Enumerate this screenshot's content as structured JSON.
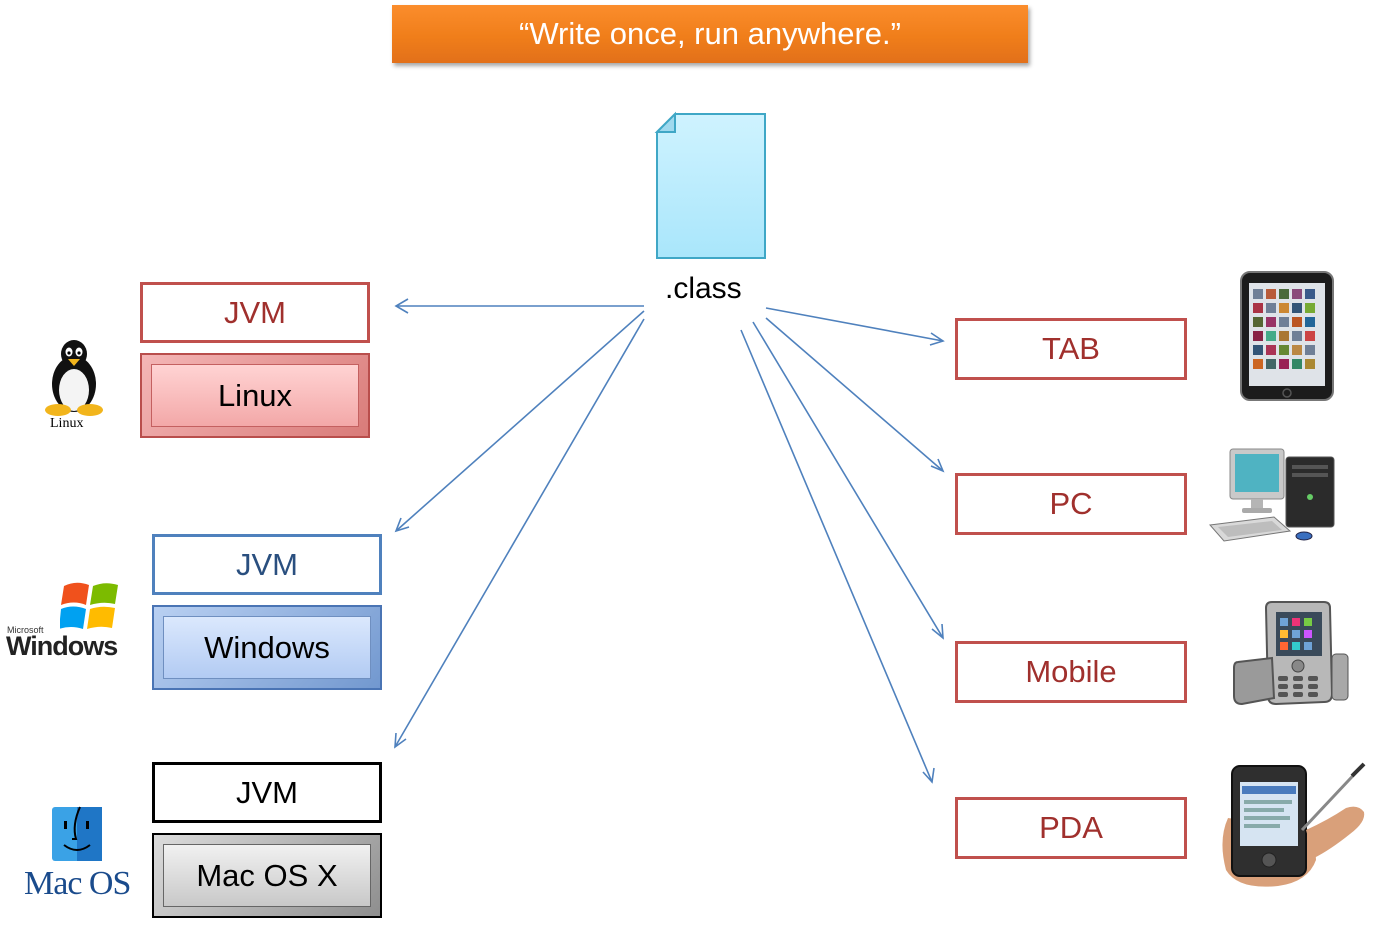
{
  "banner": {
    "text": "“Write once, run anywhere.”"
  },
  "file": {
    "label": ".class"
  },
  "platforms": [
    {
      "jvm_label": "JVM",
      "os_label": "Linux",
      "logo_caption": "Linux"
    },
    {
      "jvm_label": "JVM",
      "os_label": "Windows",
      "logo_caption": "Windows",
      "logo_small": "Microsoft"
    },
    {
      "jvm_label": "JVM",
      "os_label": "Mac OS X",
      "logo_caption": "Mac OS"
    }
  ],
  "devices": [
    {
      "label": "TAB",
      "icon": "tablet-icon"
    },
    {
      "label": "PC",
      "icon": "desktop-computer-icon"
    },
    {
      "label": "Mobile",
      "icon": "mobile-phone-icon"
    },
    {
      "label": "PDA",
      "icon": "pda-icon"
    }
  ],
  "colors": {
    "banner": "#f07e1a",
    "arrow": "#4f81bd",
    "red_border": "#c0504d",
    "blue_border": "#4f81bd",
    "file_fill": "#bdeaff"
  }
}
